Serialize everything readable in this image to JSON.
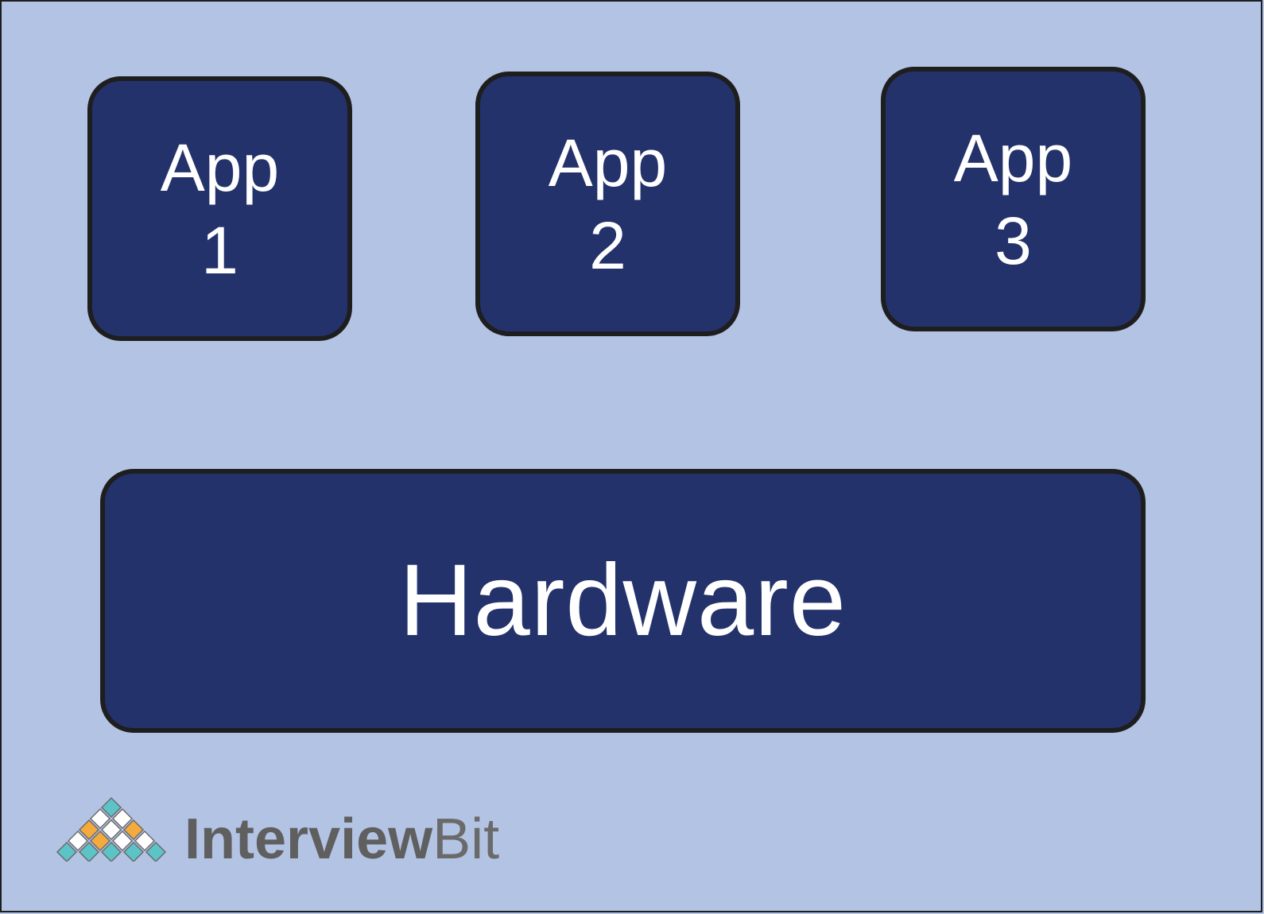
{
  "apps": [
    {
      "line1": "App",
      "line2": "1"
    },
    {
      "line1": "App",
      "line2": "2"
    },
    {
      "line1": "App",
      "line2": "3"
    }
  ],
  "hardware": {
    "label": "Hardware"
  },
  "brand": {
    "part1": "Interview",
    "part2": "Bit"
  },
  "colors": {
    "background": "#b3c3e4",
    "box_fill": "#24326c",
    "box_border": "#1e1e1e",
    "text": "#ffffff",
    "logo_teal": "#5cc3c6",
    "logo_orange": "#f4aa3c"
  }
}
